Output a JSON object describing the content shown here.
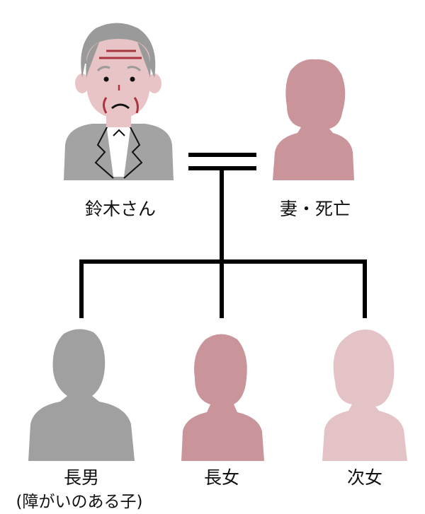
{
  "people": {
    "father": {
      "label": "鈴木さん",
      "color": "#a3a3a3"
    },
    "wife": {
      "label": "妻・死亡",
      "color": "#c9959a"
    },
    "son": {
      "label": "長男",
      "note": "(障がいのある子)",
      "color": "#a0a0a0"
    },
    "eldest_daughter": {
      "label": "長女",
      "color": "#c9959a"
    },
    "second_daughter": {
      "label": "次女",
      "color": "#e3c3c6"
    }
  },
  "colors": {
    "line": "#000000",
    "skin": "#e8c4c6",
    "wrinkle": "#a8353f",
    "hair": "#9a9a9a"
  }
}
